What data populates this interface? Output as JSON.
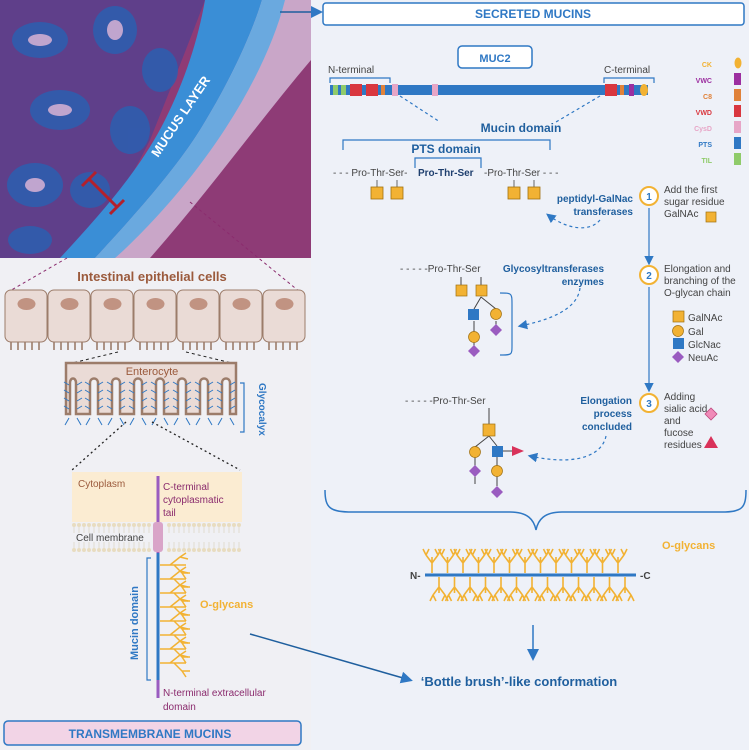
{
  "colors": {
    "blue": "#2f78c4",
    "dark_blue": "#1f5f9e",
    "orange": "#f2b233",
    "purple": "#9a5cc0",
    "pink_red": "#d9325a",
    "left_bg": "#f0f0f4",
    "cell_fill": "#eadbd6",
    "enterocyte_border": "#9c7c6a",
    "cytoplasm": "#fbecd2",
    "membrane_pink": "#d9a4c8",
    "magenta_text": "#8b2c6e",
    "brown_text": "#9b5a3c"
  },
  "micrograph": {
    "mucus_label": "MUCUS LAYER"
  },
  "left": {
    "epithelial_title": "Intestinal epithelial cells",
    "enterocyte_label": "Enterocyte",
    "glycocalyx_label": "Glycocalyx",
    "cytoplasm_label": "Cytoplasm",
    "c_terminal_line1": "C-terminal",
    "c_terminal_line2": "cytoplasmatic",
    "c_terminal_line3": "tail",
    "cell_membrane_label": "Cell membrane",
    "mucin_domain_label": "Mucin domain",
    "o_glycans_label": "O-glycans",
    "n_terminal_line1": "N-terminal extracellular",
    "n_terminal_line2": "domain",
    "banner": "TRANSMEMBRANE MUCINS"
  },
  "right": {
    "banner": "SECRETED MUCINS",
    "muc2_label": "MUC2",
    "n_terminal": "N-terminal",
    "c_terminal": "C-terminal",
    "mucin_domain": "Mucin domain",
    "pts_domain": "PTS domain",
    "seq_left": "- - - Pro-Thr-Ser-",
    "seq_mid": "Pro-Thr-Ser",
    "seq_right": "-Pro-Thr-Ser - - -",
    "seq_step2": "- - - - -Pro-Thr-Ser",
    "seq_step3": "- - - - -Pro-Thr-Ser",
    "legend": [
      {
        "label": "CK",
        "color": "#f2b233"
      },
      {
        "label": "VWC",
        "color": "#9c2fa0"
      },
      {
        "label": "C8",
        "color": "#e0823a"
      },
      {
        "label": "VWD",
        "color": "#d9373f"
      },
      {
        "label": "CysD",
        "color": "#e7a6c7"
      },
      {
        "label": "PTS",
        "color": "#2f78c4"
      },
      {
        "label": "TIL",
        "color": "#8fcb6a"
      }
    ],
    "enzyme1_line1": "peptidyl-GalNac",
    "enzyme1_line2": "transferases",
    "enzyme2_line1": "Glycosyltransferases",
    "enzyme2_line2": "enzymes",
    "enzyme3_line1": "Elongation",
    "enzyme3_line2": "process",
    "enzyme3_line3": "concluded",
    "steps": [
      {
        "number": "1",
        "lines": [
          "Add the first",
          "sugar residue",
          "GalNAc"
        ]
      },
      {
        "number": "2",
        "lines": [
          "Elongation and",
          "branching of the",
          "O-glycan chain"
        ]
      },
      {
        "number": "3",
        "lines": [
          "Adding",
          "sialic acid",
          "and",
          "fucose",
          "residues"
        ]
      }
    ],
    "sugar_legend": [
      "GalNAc",
      "Gal",
      "GlcNac",
      "NeuAc"
    ],
    "o_glycans_label": "O-glycans",
    "n_end": "N-",
    "c_end": "-C",
    "bottle_brush": "‘Bottle brush’-like conformation"
  }
}
